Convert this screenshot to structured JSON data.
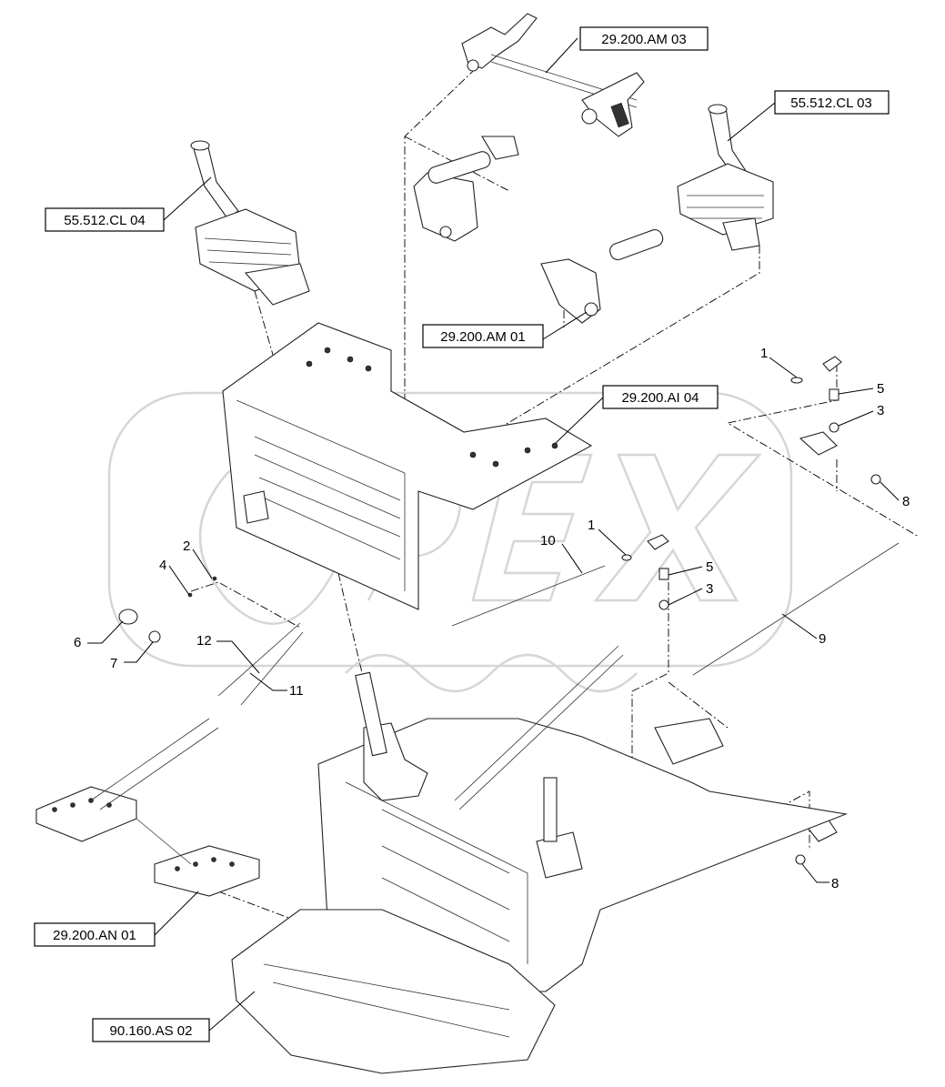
{
  "references": [
    {
      "id": "ref-29-200-am-03",
      "text": "29.200.AM 03"
    },
    {
      "id": "ref-55-512-cl-03",
      "text": "55.512.CL 03"
    },
    {
      "id": "ref-55-512-cl-04",
      "text": "55.512.CL 04"
    },
    {
      "id": "ref-29-200-am-01",
      "text": "29.200.AM 01"
    },
    {
      "id": "ref-29-200-ai-04",
      "text": "29.200.AI 04"
    },
    {
      "id": "ref-29-200-an-01",
      "text": "29.200.AN 01"
    },
    {
      "id": "ref-90-160-as-02",
      "text": "90.160.AS 02"
    }
  ],
  "callouts": [
    "1",
    "5",
    "3",
    "8",
    "1",
    "10",
    "5",
    "3",
    "9",
    "2",
    "4",
    "6",
    "7",
    "12",
    "11",
    "8"
  ],
  "watermark": {
    "text": "OPEX",
    "color": "#d6d6d6"
  },
  "colors": {
    "line": "#000000",
    "background": "#ffffff",
    "shade": "#333333"
  }
}
